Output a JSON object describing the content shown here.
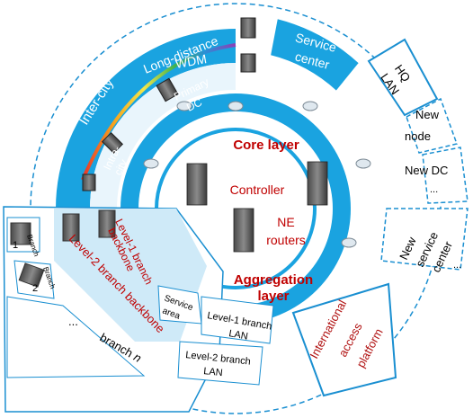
{
  "center": {
    "core_layer": "Core layer",
    "controller": "Controller",
    "ne_routers_line1": "NE",
    "ne_routers_line2": "routers",
    "aggregation_line1": "Aggregation",
    "aggregation_line2": "layer"
  },
  "top_arc": {
    "inter_city": "Inter-city",
    "long_distance_line1": "Long-distance",
    "long_distance_line2": "WDM",
    "primary_dc_line1": "Primary",
    "primary_dc_line2": "DC",
    "intra_line1": "Intra-",
    "intra_line2": "city"
  },
  "service_center_line1": "Service",
  "service_center_line2": "center",
  "right_segments": {
    "hq_lan_line1": "HQ",
    "hq_lan_line2": "LAN",
    "new_node_line1": "New",
    "new_node_line2": "node",
    "new_dc": "New DC",
    "new_dc_ellipsis": "...",
    "new_service_center_line1": "New",
    "new_service_center_line2": "service",
    "new_service_center_line3": "center",
    "new_service_center_ellipsis": "..."
  },
  "international": {
    "line1": "International",
    "line2": "access",
    "line3": "platform"
  },
  "left_panel": {
    "branch_1_tag": "Branch",
    "branch_1_num": "1",
    "branch_2_tag": "Branch",
    "branch_2_num": "2",
    "level1_backbone_line1": "Level-1 branch",
    "level1_backbone_line2": "backbone",
    "level2_backbone": "Level-2 branch backbone",
    "branch_ellipsis": "...",
    "branch_n_prefix": "branch ",
    "branch_n_var": "n",
    "service_area_line1": "Service",
    "service_area_line2": "area",
    "level1_lan_line1": "Level-1 branch",
    "level1_lan_line2": "LAN",
    "level2_lan_line1": "Level-2 branch",
    "level2_lan_line2": "LAN"
  },
  "colors": {
    "ring_blue": "#1aa3e0",
    "light_blue": "#cfeaf8",
    "outline_blue": "#1a8fd1",
    "red_text": "#c00000",
    "dark_red": "#b01010"
  }
}
